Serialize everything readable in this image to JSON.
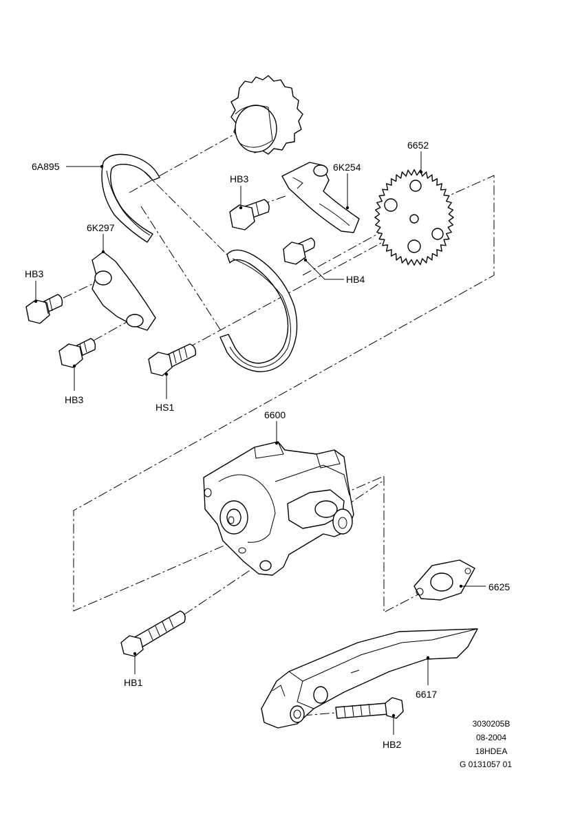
{
  "labels": {
    "chain": "6A895",
    "guide_rail": "6K297",
    "bolt_hb3_a": "HB3",
    "bolt_hb3_b": "HB3",
    "bolt_hb3_c": "HB3",
    "bolt_hs1": "HS1",
    "tensioner": "6K254",
    "bolt_hb4": "HB4",
    "sprocket_large": "6652",
    "oil_pump": "6600",
    "gasket": "6625",
    "bolt_hb1": "HB1",
    "pickup_tube": "6617",
    "bolt_hb2": "HB2"
  },
  "reference": {
    "code": "3030205B",
    "date": "08-2004",
    "engine": "18HDEA",
    "drawing_no": "G 0131057 01"
  },
  "colors": {
    "line": "#000000",
    "background": "#ffffff"
  }
}
